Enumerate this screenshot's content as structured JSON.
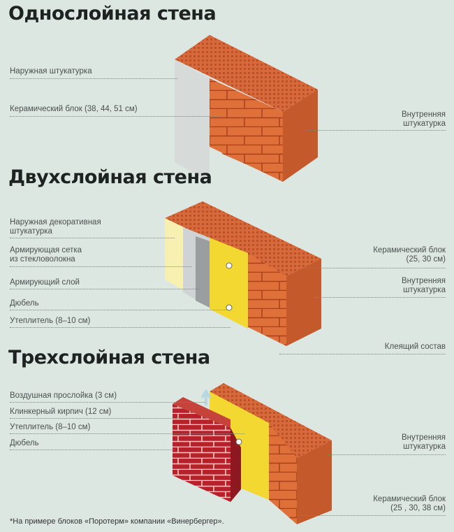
{
  "sections": [
    {
      "title": "Однослойная стена",
      "left": [
        "Наружная штукатурка",
        "Керамический блок (38, 44, 51 см)"
      ],
      "right": [
        [
          "Внутренняя",
          "штукатурка"
        ]
      ]
    },
    {
      "title": "Двухслойная стена",
      "left": [
        [
          "Наружная декоративная",
          "штукатурка"
        ],
        [
          "Армирующая сетка",
          "из стекловолокна"
        ],
        "Армирующий слой",
        "Дюбель",
        "Утеплитель (8–10 см)"
      ],
      "right": [
        [
          "Керамический блок",
          "(25, 30 см)"
        ],
        [
          "Внутренняя",
          "штукатурка"
        ],
        "Клеящий состав"
      ]
    },
    {
      "title": "Трехслойная стена",
      "left": [
        "Воздушная прослойка (3 см)",
        "Клинкерный кирпич (12 см)",
        "Утеплитель (8–10 см)",
        "Дюбель"
      ],
      "right": [
        [
          "Внутренняя",
          "штукатурка"
        ],
        [
          "Керамический блок",
          "(25 , 30, 38 см)"
        ]
      ]
    }
  ],
  "footnote": "*На примере блоков «Поротерм» компании «Винербергер».",
  "colors": {
    "brick": "#e0703a",
    "insulation": "#f2d830",
    "clinker": "#b8202a",
    "plaster": "#d8dcdc",
    "background": "#dde7e2"
  }
}
